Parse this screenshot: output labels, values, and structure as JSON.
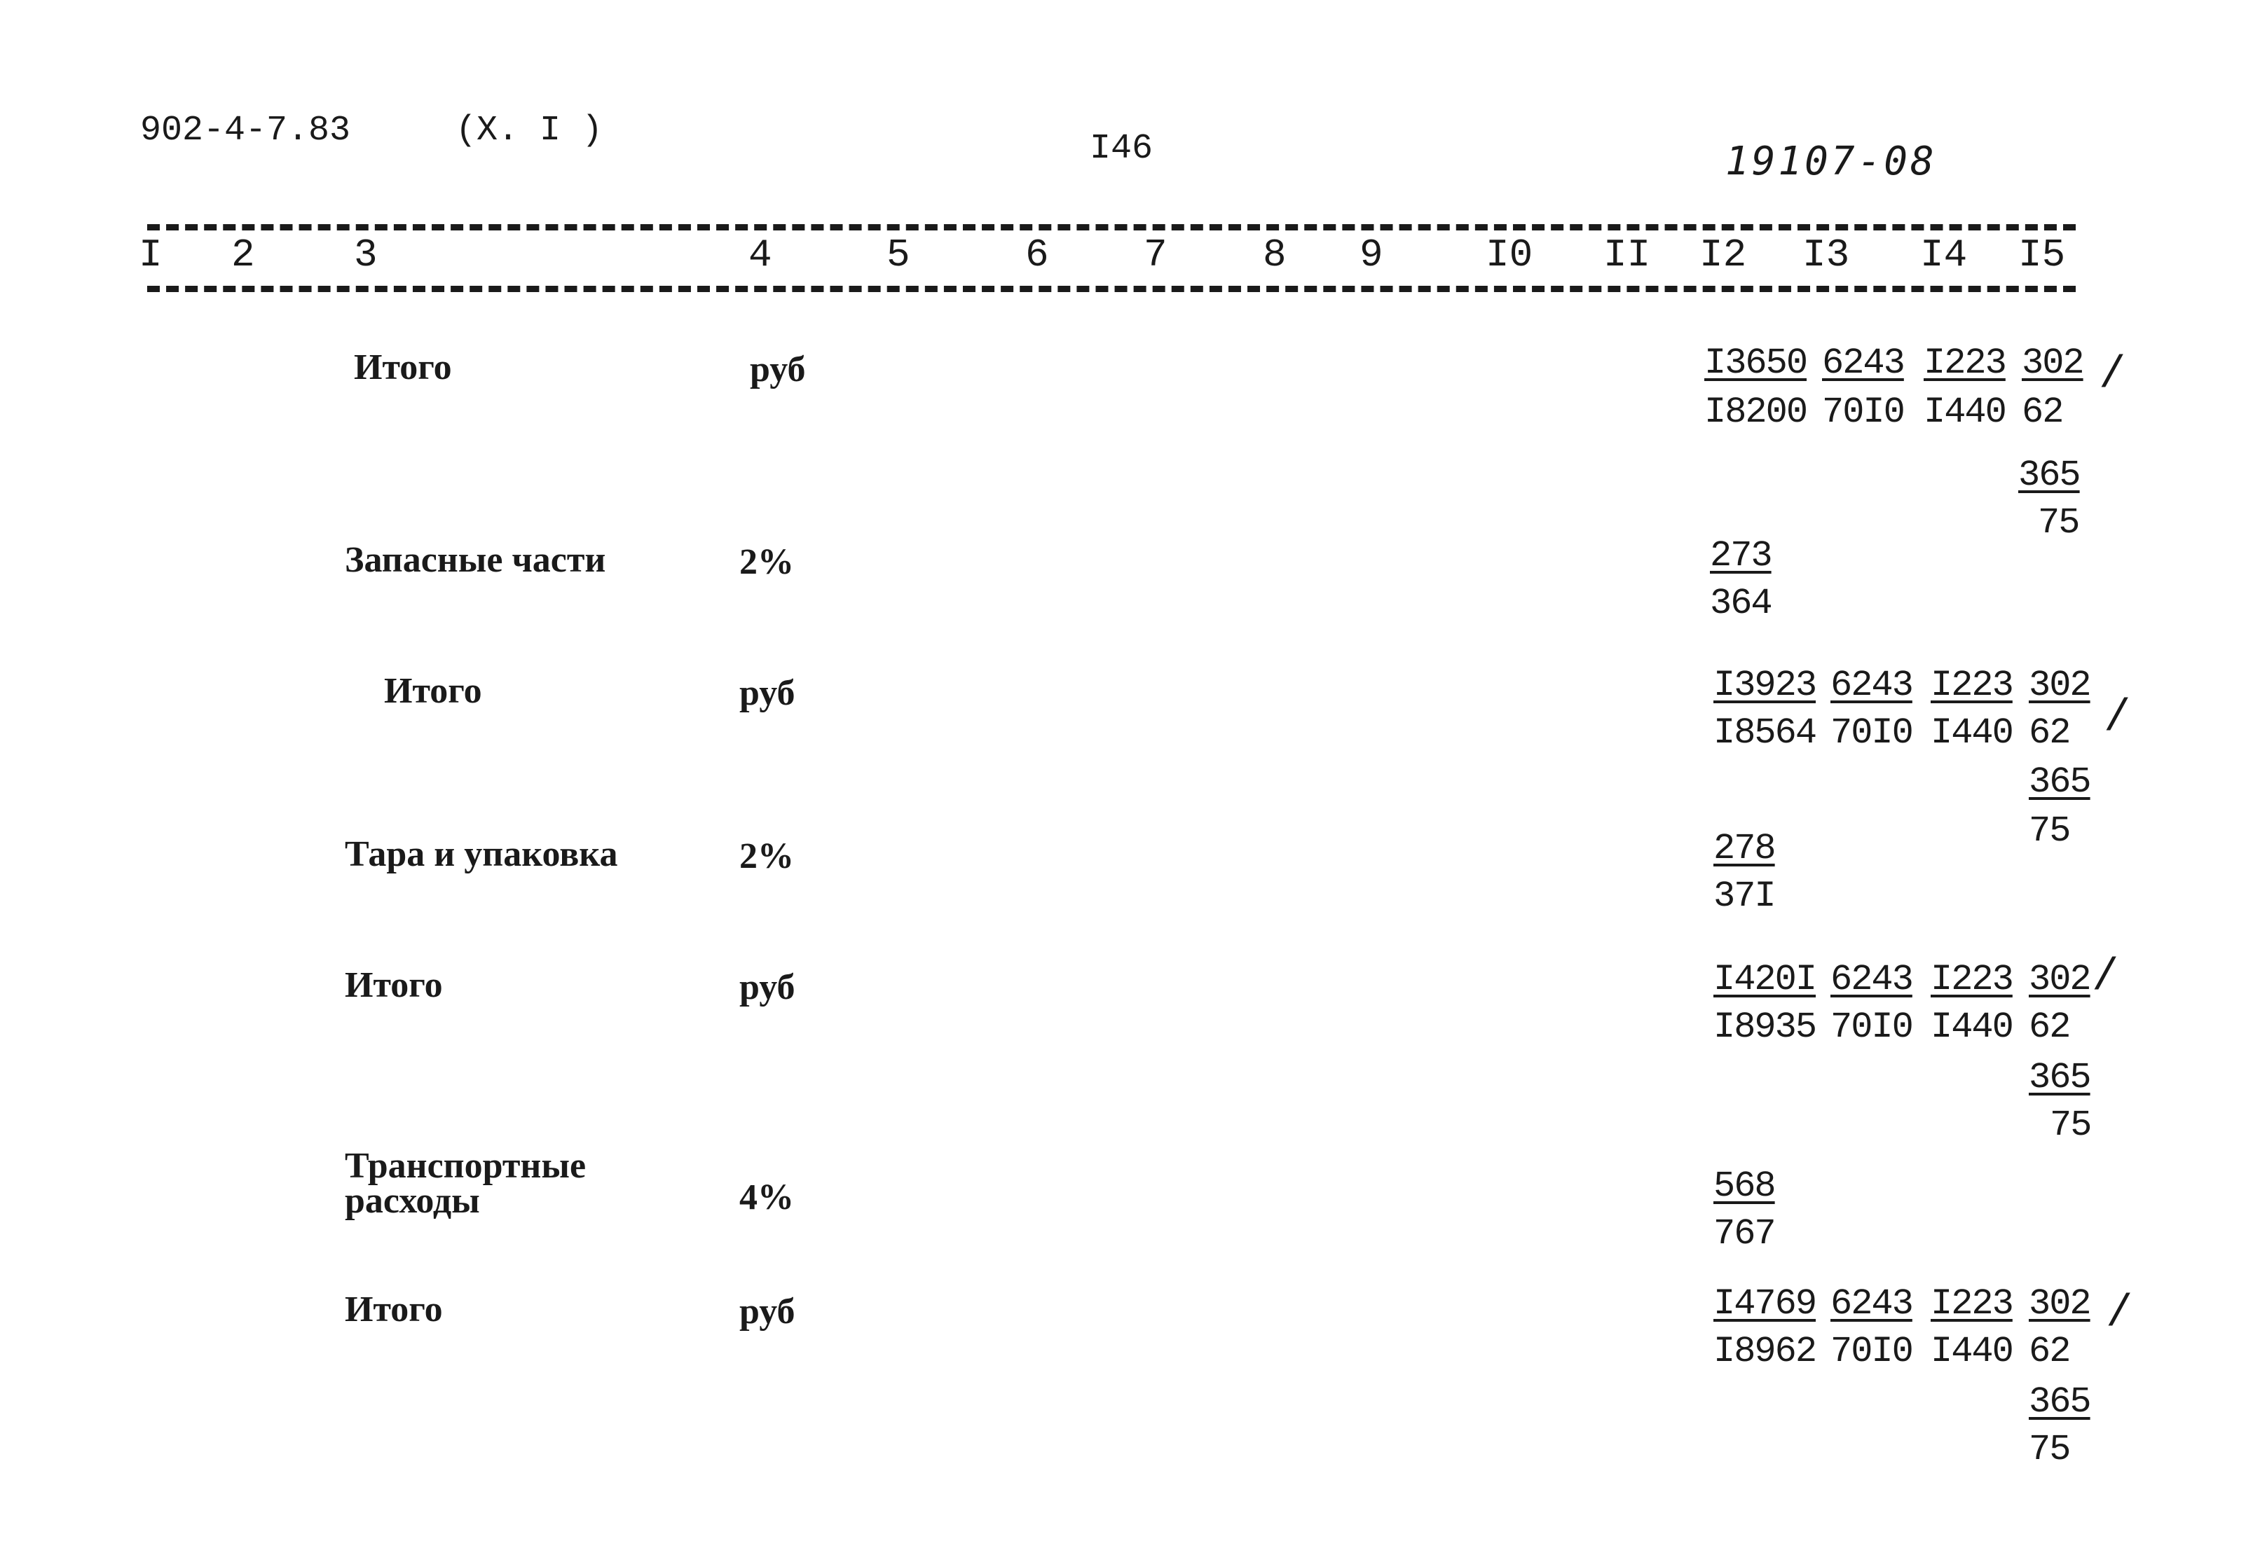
{
  "header": {
    "doc_code": "902-4-7.83",
    "section": "(X. I )",
    "page_number": "I46",
    "inventory_number": "19107-08"
  },
  "columns": [
    "I",
    "2",
    "3",
    "4",
    "5",
    "6",
    "7",
    "8",
    "9",
    "I0",
    "II",
    "I2",
    "I3",
    "I4",
    "I5"
  ],
  "rows": [
    {
      "label": "Итого",
      "unit": "руб",
      "top": [
        "I3650",
        "6243",
        "I223",
        "302"
      ],
      "bottom": [
        "I8200",
        "70I0",
        "I440",
        "62"
      ],
      "extra_top": "365",
      "extra_bottom": "75",
      "mark": "/"
    },
    {
      "label": "Запасные части",
      "unit": "2%",
      "top": [
        "273"
      ],
      "bottom": [
        "364"
      ]
    },
    {
      "label": "Итого",
      "unit": "руб",
      "top": [
        "I3923",
        "6243",
        "I223",
        "302"
      ],
      "bottom": [
        "I8564",
        "70I0",
        "I440",
        "62"
      ],
      "extra_top": "365",
      "extra_bottom": "75",
      "mark": "/"
    },
    {
      "label": "Тара и упаковка",
      "unit": "2%",
      "top": [
        "278"
      ],
      "bottom": [
        "37I"
      ]
    },
    {
      "label": "Итого",
      "unit": "руб",
      "top": [
        "I420I",
        "6243",
        "I223",
        "302"
      ],
      "bottom": [
        "I8935",
        "70I0",
        "I440",
        "62"
      ],
      "extra_top": "365",
      "extra_bottom": "75",
      "mark": "/"
    },
    {
      "label_line1": "Транспортные",
      "label_line2": "расходы",
      "unit": "4%",
      "top": [
        "568"
      ],
      "bottom": [
        "767"
      ]
    },
    {
      "label": "Итого",
      "unit": "руб",
      "top": [
        "I4769",
        "6243",
        "I223",
        "302"
      ],
      "bottom": [
        "I8962",
        "70I0",
        "I440",
        "62"
      ],
      "extra_top": "365",
      "extra_bottom": "75",
      "mark": "/"
    }
  ]
}
